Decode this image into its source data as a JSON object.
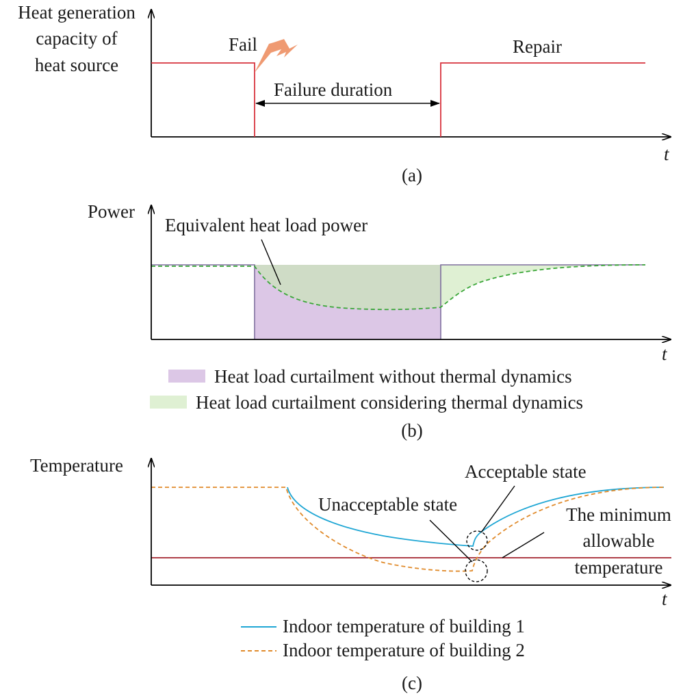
{
  "panel_a": {
    "y_label_lines": [
      "Heat generation",
      "capacity of",
      "heat source"
    ],
    "x_label": "t",
    "fail_label": "Fail",
    "repair_label": "Repair",
    "duration_label": "Failure duration",
    "caption": "(a)"
  },
  "panel_b": {
    "y_label": "Power",
    "x_label": "t",
    "annotation": "Equivalent heat load power",
    "legend": [
      {
        "label": "Heat load curtailment without thermal dynamics",
        "color": "#dcc7e6"
      },
      {
        "label": "Heat load curtailment considering thermal dynamics",
        "color": "#dff0d3"
      }
    ],
    "caption": "(b)"
  },
  "panel_c": {
    "y_label": "Temperature",
    "x_label": "t",
    "acceptable": "Acceptable state",
    "unacceptable": "Unacceptable state",
    "min_lines": [
      "The minimum",
      "allowable",
      "temperature"
    ],
    "legend": [
      {
        "label": "Indoor temperature of building 1",
        "color": "#1ea6d4"
      },
      {
        "label": "Indoor temperature of building 2",
        "color": "#e08a2a"
      }
    ],
    "caption": "(c)"
  },
  "colors": {
    "source_line": "#d8323c",
    "equivalent_dash": "#39a637",
    "overlap_fill": "#cfdcc6",
    "lightning": "#ef9a72",
    "min_temp_line": "#a3232e"
  }
}
